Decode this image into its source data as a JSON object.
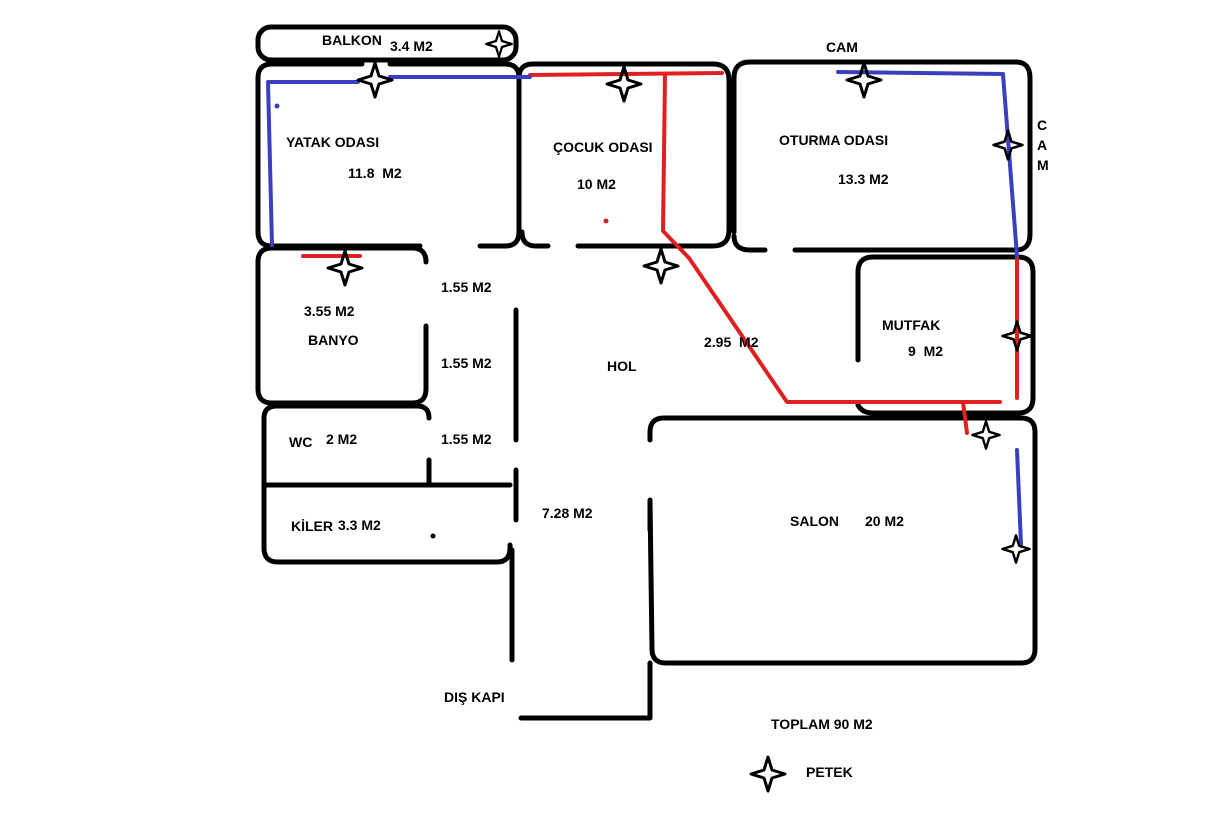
{
  "colors": {
    "wall": "#000000",
    "supply_pipe": "#e02020",
    "return_pipe": "#3a3fc0",
    "background": "#ffffff"
  },
  "icons": {
    "radiator": "four-point-star-icon"
  },
  "rooms": {
    "balkon": {
      "name": "BALKON",
      "area": "3.4 M2"
    },
    "yatak_odasi": {
      "name": "YATAK ODASI",
      "area": "11.8  M2"
    },
    "cocuk_odasi": {
      "name": "ÇOCUK ODASI",
      "area": "10 M2"
    },
    "oturma_odasi": {
      "name": "OTURMA ODASI",
      "area": "13.3 M2"
    },
    "banyo": {
      "name": "BANYO",
      "area": "3.55 M2"
    },
    "mutfak": {
      "name": "MUTFAK",
      "area": "9  M2"
    },
    "wc": {
      "name": "WC",
      "area": "2 M2"
    },
    "kiler": {
      "name": "KİLER",
      "area": "3.3 M2"
    },
    "hol": {
      "name": "HOL",
      "area": "2.95  M2"
    },
    "salon": {
      "name": "SALON",
      "area": "20 M2"
    }
  },
  "corridor_areas": [
    "1.55 M2",
    "1.55 M2",
    "1.55 M2",
    "7.28 M2"
  ],
  "window_labels": {
    "top": "CAM",
    "side": [
      "C",
      "A",
      "M"
    ]
  },
  "entrance": "DIŞ KAPI",
  "total": "TOPLAM 90 M2",
  "legend": {
    "radiator_label": "PETEK"
  }
}
